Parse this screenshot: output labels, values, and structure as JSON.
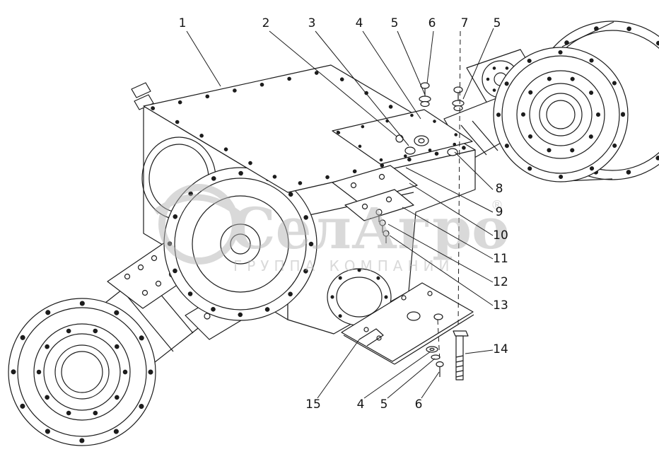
{
  "page": {
    "background_color": "#ffffff",
    "line_color": "#1c1c1c"
  },
  "watermark": {
    "brand": "СелАгро",
    "registered_mark": "®",
    "subtitle": "ГРУППА КОМПАНИЙ",
    "color": "#b5b5b5"
  },
  "callouts": [
    {
      "label": "1"
    },
    {
      "label": "2"
    },
    {
      "label": "3"
    },
    {
      "label": "4"
    },
    {
      "label": "5"
    },
    {
      "label": "6"
    },
    {
      "label": "7"
    },
    {
      "label": "5"
    },
    {
      "label": "8"
    },
    {
      "label": "9"
    },
    {
      "label": "10"
    },
    {
      "label": "11"
    },
    {
      "label": "12"
    },
    {
      "label": "13"
    },
    {
      "label": "14"
    },
    {
      "label": "15"
    },
    {
      "label": "4"
    },
    {
      "label": "5"
    },
    {
      "label": "6"
    }
  ]
}
